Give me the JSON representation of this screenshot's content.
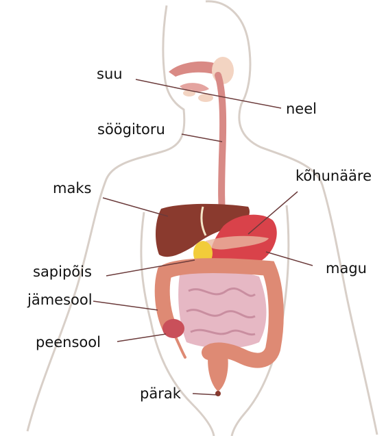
{
  "labels": {
    "suu": "suu",
    "neel": "neel",
    "soogitoru": "söögitoru",
    "konunaare": "kõhunääre",
    "maks": "maks",
    "magu": "magu",
    "sapipois": "sapipõis",
    "jamesool": "jämesool",
    "peensool": "peensool",
    "parak": "pärak"
  },
  "colors": {
    "body_outline": "#d8cfc8",
    "leader_line": "#6b3b3b",
    "liver": "#8a3a2e",
    "stomach": "#d9424a",
    "esophagus": "#d88a86",
    "large_intestine": "#de8a74",
    "small_intestine": "#e6b8c4",
    "gallbladder": "#f2cc3a",
    "salivary": "#f3d4c2"
  }
}
